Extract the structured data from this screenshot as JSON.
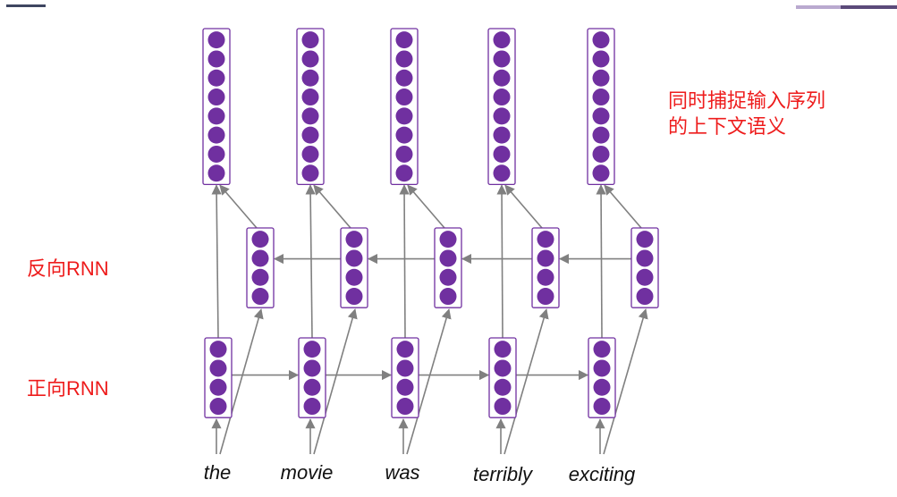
{
  "labels": {
    "context_line1": "同时捕捉输入序列",
    "context_line2": "的上下文语义",
    "backward_rnn": "反向RNN",
    "forward_rnn": "正向RNN"
  },
  "words": [
    "the",
    "movie",
    "was",
    "terribly",
    "exciting"
  ],
  "colors": {
    "node_fill": "#7030a0",
    "box_stroke": "#7030a0",
    "arrow": "#808080",
    "label_red": "#ee1c1c"
  },
  "nodes_per_layer": {
    "output": 8,
    "backward": 4,
    "forward": 4
  }
}
